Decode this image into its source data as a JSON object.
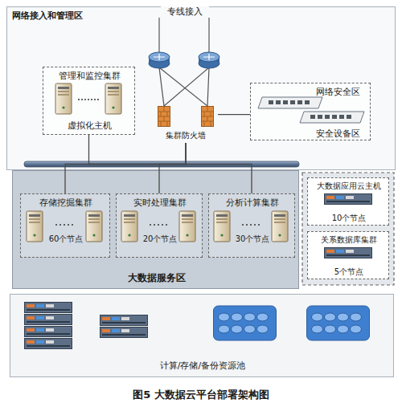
{
  "diagram": {
    "caption": "图5 大数据云平台部署架构图",
    "nodes": [
      {
        "text": [
          "网络接入和管理区"
        ]
      },
      {
        "text": [
          "管理和监控集群",
          "虚拟化主机"
        ],
        "in": 0
      },
      {
        "text": [
          "网络安全区",
          "安全设备区"
        ],
        "in": 0
      },
      {
        "text": [
          "集群防火墙"
        ],
        "in": 0
      },
      {
        "text": [
          "大数据服务区"
        ]
      },
      {
        "text": [
          "存储挖掘集群",
          "60个节点"
        ],
        "in": 4
      },
      {
        "text": [
          "实时处理集群",
          "20个节点"
        ],
        "in": 4
      },
      {
        "text": [
          "分析计算集群",
          "30个节点"
        ],
        "in": 4
      },
      {
        "text": [
          "大数据应用云主机",
          "10个节点"
        ]
      },
      {
        "text": [
          "关系数据库集群",
          "5个节点"
        ]
      },
      {
        "text": [
          "计算/存储/备份资源池"
        ]
      }
    ],
    "edges": [
      {
        "from": 3,
        "to": 1,
        "arrow": "none"
      },
      {
        "from": 3,
        "to": 5,
        "arrow": "none"
      },
      {
        "from": 3,
        "to": 6,
        "arrow": "none"
      },
      {
        "from": 3,
        "to": 7,
        "arrow": "none"
      },
      {
        "from": 3,
        "to": 2,
        "arrow": "none"
      }
    ],
    "labels": [
      "专线接入"
    ]
  }
}
